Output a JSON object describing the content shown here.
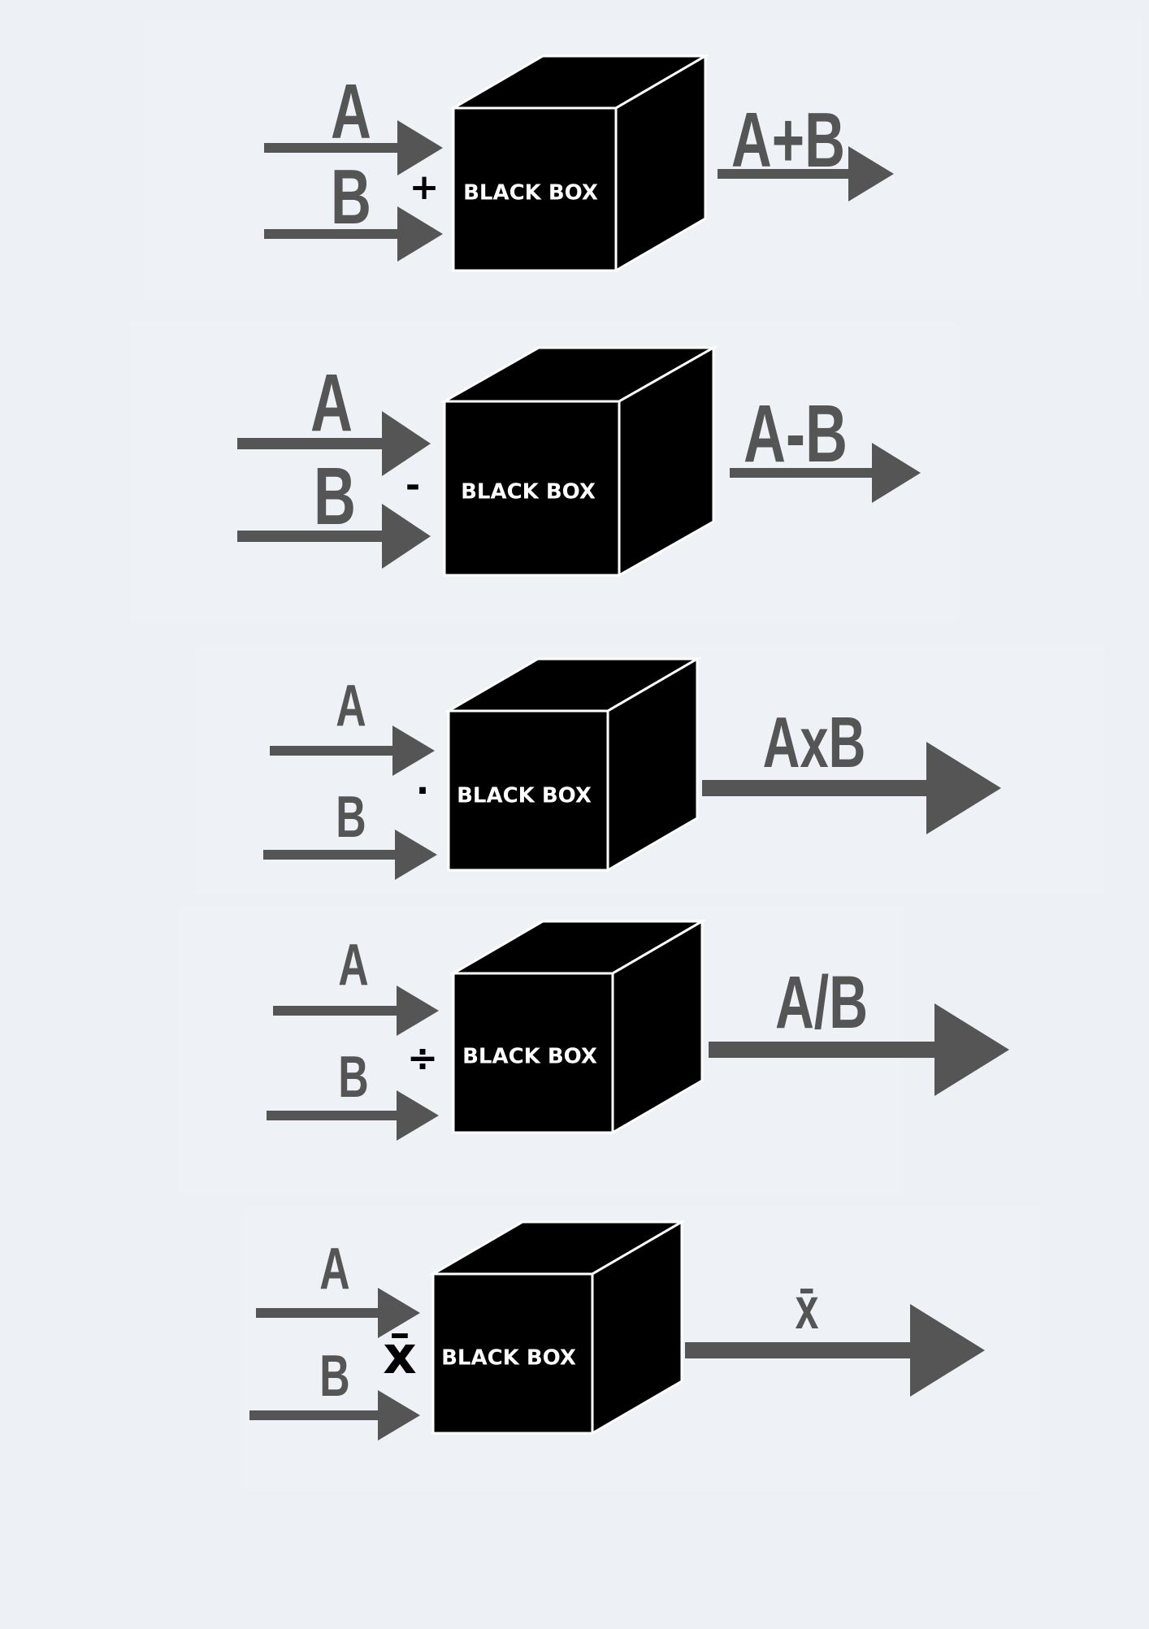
{
  "colors": {
    "background": "#edf0f4",
    "panel": "#eef1f5",
    "arrow": "#555555",
    "label": "#555555",
    "cube_fill": "#000000",
    "cube_edge": "#ffffff"
  },
  "diagrams": [
    {
      "input_a": "A",
      "input_b": "B",
      "operator": "+",
      "box_label": "BLACK BOX",
      "output_label": "A+B"
    },
    {
      "input_a": "A",
      "input_b": "B",
      "operator": "-",
      "box_label": "BLACK BOX",
      "output_label": "A-B"
    },
    {
      "input_a": "A",
      "input_b": "B",
      "operator": "·",
      "box_label": "BLACK BOX",
      "output_label": "AxB"
    },
    {
      "input_a": "A",
      "input_b": "B",
      "operator": "÷",
      "box_label": "BLACK BOX",
      "output_label": "A/B"
    },
    {
      "input_a": "A",
      "input_b": "B",
      "operator": "x̄",
      "box_label": "BLACK BOX",
      "output_label": "x̄"
    }
  ]
}
